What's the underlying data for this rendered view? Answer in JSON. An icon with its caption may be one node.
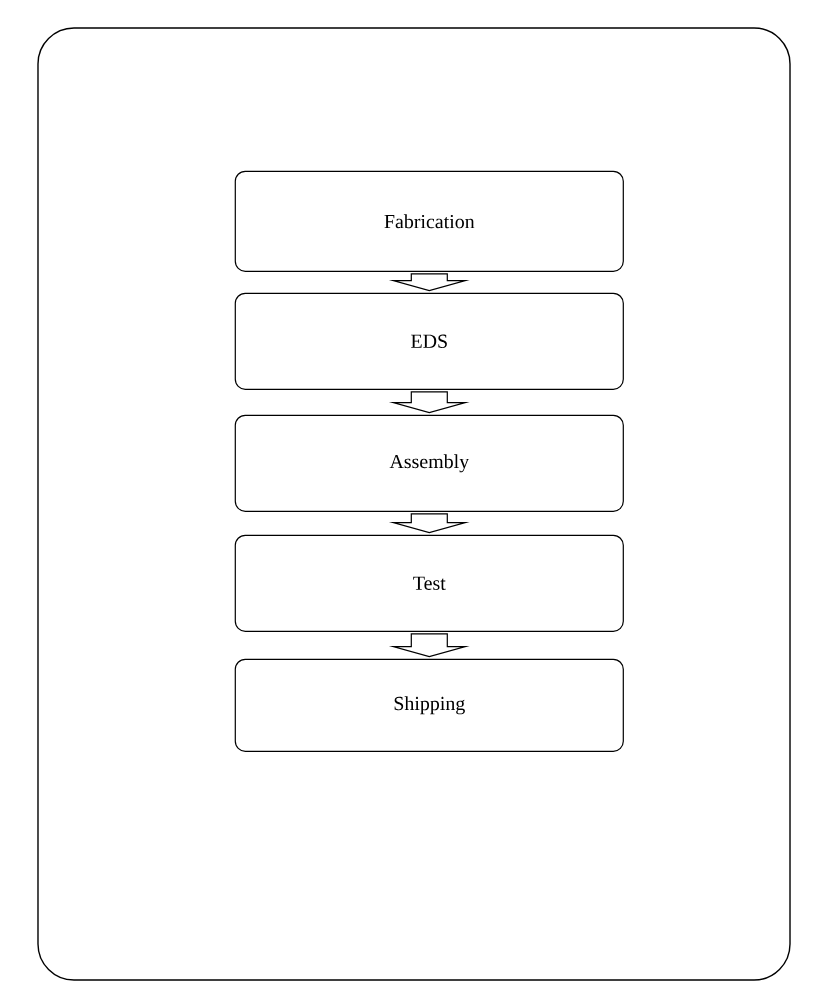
{
  "diagram": {
    "nodes": [
      {
        "text": [],
        "shape": "box"
      },
      {
        "text": [
          "Fabrication"
        ],
        "in": 0
      },
      {
        "text": [
          "EDS"
        ],
        "in": 0
      },
      {
        "text": [
          "Assembly"
        ],
        "in": 0
      },
      {
        "text": [
          "Test"
        ],
        "in": 0
      },
      {
        "text": [
          "Shipping"
        ],
        "in": 0
      }
    ],
    "edges": [
      {
        "from": 1,
        "to": 2,
        "arrow": "to"
      },
      {
        "from": 2,
        "to": 3,
        "arrow": "to"
      },
      {
        "from": 3,
        "to": 4,
        "arrow": "to"
      },
      {
        "from": 4,
        "to": 5,
        "arrow": "to"
      }
    ]
  }
}
